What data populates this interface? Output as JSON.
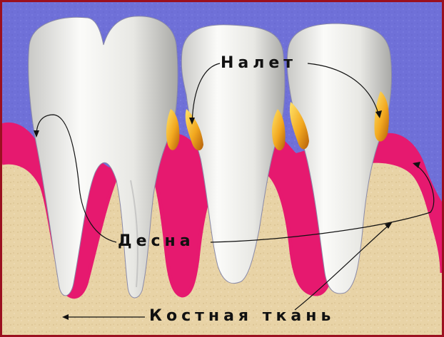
{
  "labels": {
    "plaque": "Налет",
    "gum": "Десна",
    "bone": "Костная ткань"
  },
  "colors": {
    "background": "#6f70d8",
    "bone": "#e8d3a6",
    "gum": "#e6196f",
    "tooth": "#efefec",
    "plaque": "#e59a1c",
    "frame": "#9b1020"
  }
}
